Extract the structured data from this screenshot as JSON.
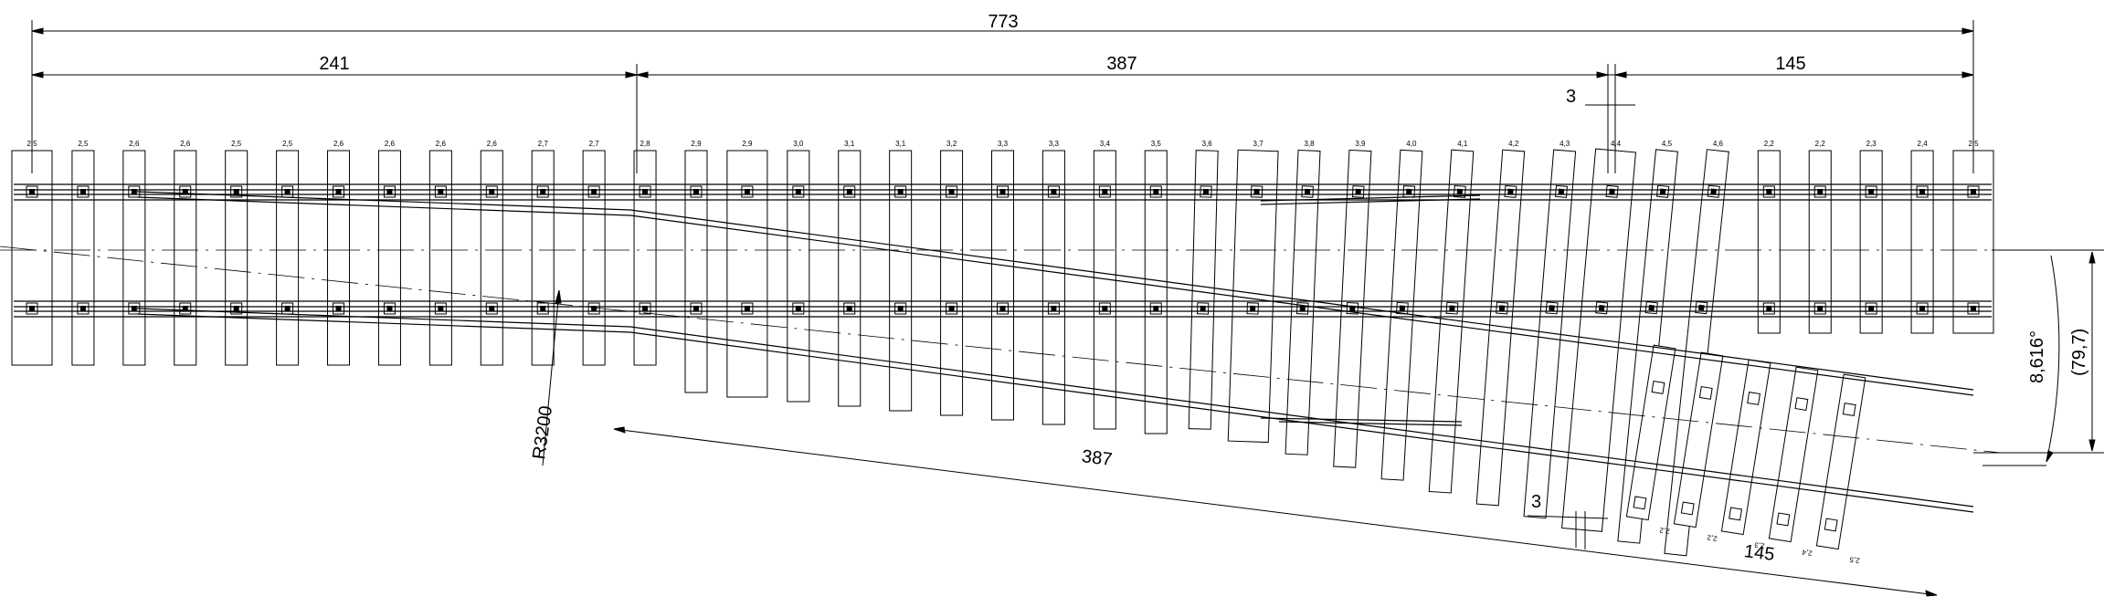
{
  "drawing": {
    "dimensions": {
      "total": "773",
      "left": "241",
      "middle": "387",
      "right": "145",
      "gap_top": "3",
      "diverge_middle": "387",
      "diverge_right": "145",
      "gap_bottom": "3",
      "radius": "R3200",
      "angle": "8,616°",
      "offset": "(79,7)"
    },
    "straight_sleepers": [
      {
        "label": "2,5",
        "wide": true
      },
      {
        "label": "2,5"
      },
      {
        "label": "2,6"
      },
      {
        "label": "2,6"
      },
      {
        "label": "2,5"
      },
      {
        "label": "2,5"
      },
      {
        "label": "2,6"
      },
      {
        "label": "2,6"
      },
      {
        "label": "2,6"
      },
      {
        "label": "2,6"
      },
      {
        "label": "2,7"
      },
      {
        "label": "2,7"
      },
      {
        "label": "2,8"
      },
      {
        "label": "2,9"
      },
      {
        "label": "2,9",
        "wide": true
      },
      {
        "label": "3,0"
      },
      {
        "label": "3,1"
      },
      {
        "label": "3,1"
      },
      {
        "label": "3,2"
      },
      {
        "label": "3,3"
      },
      {
        "label": "3,3"
      },
      {
        "label": "3,4"
      },
      {
        "label": "3,5"
      },
      {
        "label": "3,6"
      },
      {
        "label": "3,7",
        "wide": true
      },
      {
        "label": "3,8"
      },
      {
        "label": "3,9"
      },
      {
        "label": "4,0"
      },
      {
        "label": "4,1"
      },
      {
        "label": "4,2"
      },
      {
        "label": "4,3"
      },
      {
        "label": "4,4",
        "wide": true
      },
      {
        "label": "4,5"
      },
      {
        "label": "4,6"
      },
      {
        "label": "2,2"
      },
      {
        "label": "2,2"
      },
      {
        "label": "2,3"
      },
      {
        "label": "2,4"
      },
      {
        "label": "2,5",
        "wide": true
      }
    ],
    "diverging_sleepers": [
      "2,2",
      "2,2",
      "2,3",
      "2,4",
      "2,5"
    ]
  }
}
